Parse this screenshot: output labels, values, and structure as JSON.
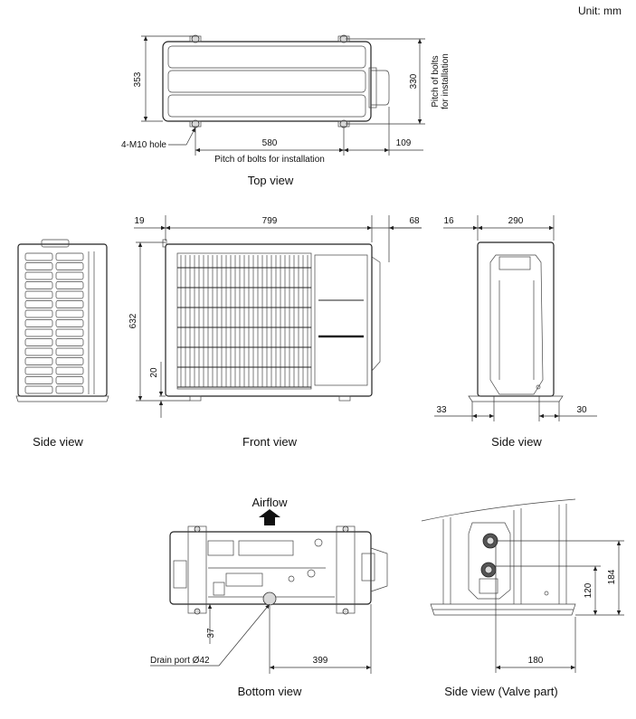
{
  "unit": "Unit: mm",
  "captions": {
    "top": "Top view",
    "side_left": "Side view",
    "front": "Front view",
    "side_right": "Side view",
    "bottom": "Bottom view",
    "valve": "Side view (Valve part)"
  },
  "top_view": {
    "depth_overall": "353",
    "depth_bolts": "330",
    "bolt_pitch_label_line1": "Pitch of bolts",
    "bolt_pitch_label_line2": "for installation",
    "hole_label": "4-M10 hole",
    "width_bolts": "580",
    "offset_right": "109",
    "width_label": "Pitch of bolts for installation"
  },
  "front_view": {
    "left_offset": "19",
    "width": "799",
    "right_offset": "68",
    "height": "632",
    "foot_height": "20"
  },
  "side_view": {
    "top_offset": "16",
    "depth": "290",
    "foot_left": "33",
    "foot_right": "30"
  },
  "bottom_view": {
    "airflow": "Airflow",
    "drain_label": "Drain port Ø42",
    "drain_offset": "37",
    "drain_distance": "399"
  },
  "valve_view": {
    "height_upper": "184",
    "height_lower": "120",
    "depth": "180"
  }
}
